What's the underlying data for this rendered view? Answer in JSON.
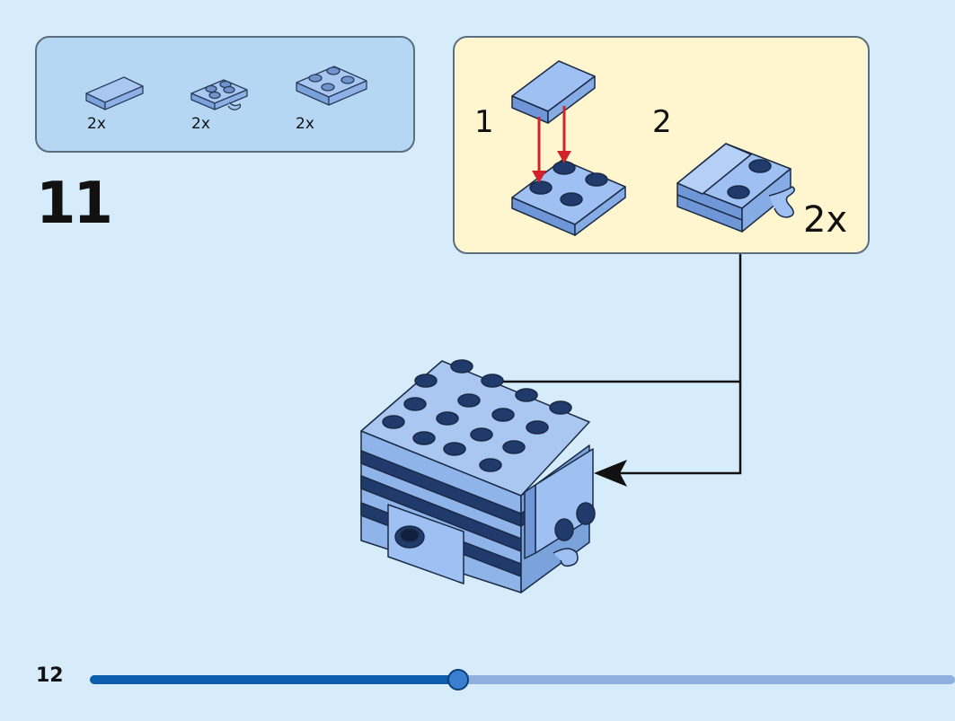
{
  "parts_list": {
    "items": [
      {
        "name": "tile-1x2-icon",
        "quantity": "2x"
      },
      {
        "name": "plate-with-clip-icon",
        "quantity": "2x"
      },
      {
        "name": "plate-2x2-icon",
        "quantity": "2x"
      }
    ]
  },
  "step": {
    "number": "11"
  },
  "sub_assembly": {
    "step_1_label": "1",
    "step_2_label": "2",
    "multiplier": "2x"
  },
  "page": {
    "number": "12",
    "progress": 0.426
  },
  "colors": {
    "background": "#d6ecfb",
    "parts_box": "#b6d7f3",
    "sub_box": "#fff6cf",
    "brick_light": "#8eb4ea",
    "brick_dark": "#1f3a6b",
    "arrow_red": "#d2232a",
    "progress_done": "#0d5dad",
    "progress_remaining": "#8fb0df"
  }
}
